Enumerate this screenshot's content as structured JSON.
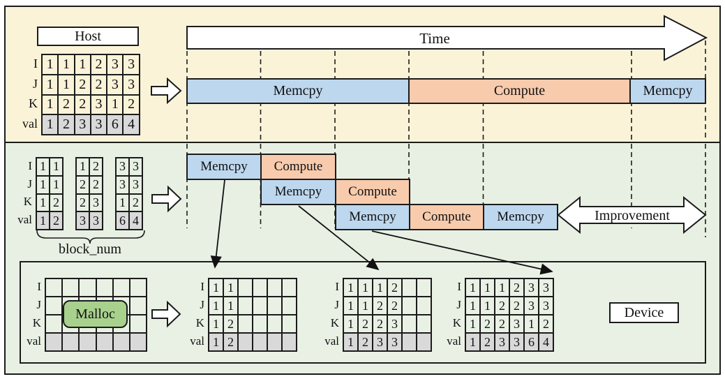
{
  "labels": {
    "host": "Host",
    "time": "Time",
    "improvement": "Improvement",
    "block_num": "block_num",
    "malloc": "Malloc",
    "device": "Device"
  },
  "colors": {
    "memcpy_blue": "#BDD7EE",
    "compute_orange": "#F8CBAD",
    "val_gray": "#D9D9D9",
    "malloc_green": "#A9D18E",
    "host_bg": "#FBF3D8",
    "device_bg": "#E7F0E3",
    "inner_bg": "#E9F1E5"
  },
  "top_timeline": [
    "Memcpy",
    "Compute",
    "Memcpy"
  ],
  "streams": [
    [
      "Memcpy",
      "Compute"
    ],
    [
      "Memcpy",
      "Compute"
    ],
    [
      "Memcpy",
      "Compute",
      "Memcpy"
    ]
  ],
  "host_matrix": {
    "row_labels": [
      "I",
      "J",
      "K",
      "val"
    ],
    "blocks": [
      [
        [
          1,
          1,
          1,
          2,
          3,
          3
        ],
        [
          1,
          1,
          2,
          2,
          3,
          3
        ],
        [
          1,
          2,
          2,
          3,
          1,
          2
        ],
        [
          1,
          2,
          3,
          3,
          6,
          4
        ]
      ]
    ]
  },
  "block_matrix": {
    "row_labels": [
      "I",
      "J",
      "K",
      "val"
    ],
    "blocks": [
      [
        [
          1,
          1
        ],
        [
          1,
          1
        ],
        [
          1,
          2
        ],
        [
          1,
          2
        ]
      ],
      [
        [
          1,
          2
        ],
        [
          2,
          2
        ],
        [
          2,
          3
        ],
        [
          3,
          3
        ]
      ],
      [
        [
          3,
          3
        ],
        [
          3,
          3
        ],
        [
          1,
          2
        ],
        [
          6,
          4
        ]
      ]
    ]
  },
  "device_matrices": {
    "alloc": {
      "row_labels": [
        "I",
        "J",
        "K",
        "val"
      ],
      "blocks": [
        [
          [
            "",
            "",
            "",
            "",
            "",
            ""
          ],
          [
            "",
            "",
            "",
            "",
            "",
            ""
          ],
          [
            "",
            "",
            "",
            "",
            "",
            ""
          ],
          [
            "",
            "",
            "",
            "",
            "",
            ""
          ]
        ]
      ]
    },
    "step1": {
      "row_labels": [
        "I",
        "J",
        "K",
        "val"
      ],
      "blocks": [
        [
          [
            1,
            1,
            "",
            "",
            "",
            ""
          ],
          [
            1,
            1,
            "",
            "",
            "",
            ""
          ],
          [
            1,
            2,
            "",
            "",
            "",
            ""
          ],
          [
            1,
            2,
            "",
            "",
            "",
            ""
          ]
        ]
      ]
    },
    "step2": {
      "row_labels": [
        "I",
        "J",
        "K",
        "val"
      ],
      "blocks": [
        [
          [
            1,
            1,
            1,
            2,
            "",
            ""
          ],
          [
            1,
            1,
            2,
            2,
            "",
            ""
          ],
          [
            1,
            2,
            2,
            3,
            "",
            ""
          ],
          [
            1,
            2,
            3,
            3,
            "",
            ""
          ]
        ]
      ]
    },
    "step3": {
      "row_labels": [
        "I",
        "J",
        "K",
        "val"
      ],
      "blocks": [
        [
          [
            1,
            1,
            1,
            2,
            3,
            3
          ],
          [
            1,
            1,
            2,
            2,
            3,
            3
          ],
          [
            1,
            2,
            2,
            3,
            1,
            2
          ],
          [
            1,
            2,
            3,
            3,
            6,
            4
          ]
        ]
      ]
    }
  }
}
